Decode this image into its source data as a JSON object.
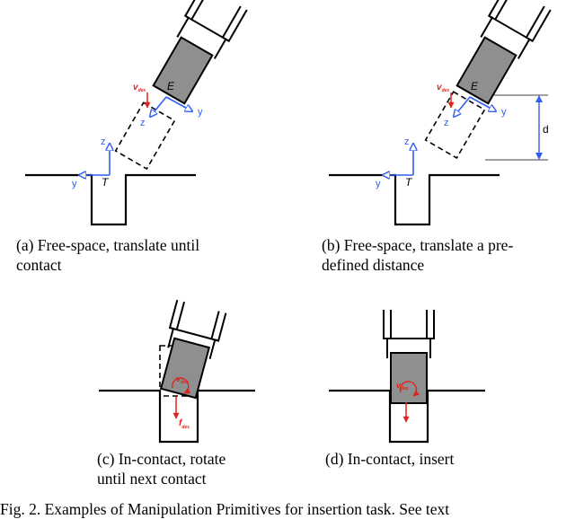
{
  "panels": {
    "a": {
      "caption_line1": "(a) Free-space, translate until",
      "caption_line2": "contact",
      "labels": {
        "velocity_main": "v",
        "velocity_sub": "des",
        "ee": "E",
        "ee_z": "z",
        "ee_y": "y",
        "task": "T",
        "task_z": "z",
        "task_y": "y"
      }
    },
    "b": {
      "caption_line1": "(b) Free-space, translate a pre-",
      "caption_line2": "defined distance",
      "labels": {
        "velocity_main": "v",
        "velocity_sub": "des",
        "ee": "E",
        "ee_z": "z",
        "ee_y": "y",
        "task": "T",
        "task_z": "z",
        "task_y": "y",
        "distance": "d"
      }
    },
    "c": {
      "caption_line1": "(c) In-contact, rotate",
      "caption_line2": "until next contact",
      "labels": {
        "omega_main": "v",
        "omega_sub": "des",
        "force_main": "f",
        "force_sub": "des"
      }
    },
    "d": {
      "caption_line1": "(d) In-contact, insert",
      "labels": {
        "velocity_main": "v",
        "velocity_sub": "des"
      }
    }
  },
  "figure_caption": "Fig. 2.   Examples of Manipulation Primitives for insertion task. See text",
  "colors": {
    "ink": "#000000",
    "part": "#8f8f8f",
    "velocity": "#e0231c",
    "frame": "#2f5ff0"
  }
}
